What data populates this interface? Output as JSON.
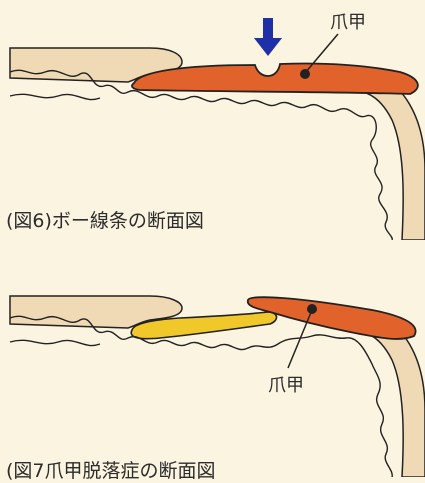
{
  "figure1": {
    "caption": "(図6)ボー線条の断面図",
    "nail_label": "爪甲"
  },
  "figure2": {
    "caption": "(図7爪甲脱落症の断面図",
    "nail_label": "爪甲"
  },
  "colors": {
    "background": "#fbf4e0",
    "skin": "#f0d9b5",
    "nail": "#e2622b",
    "separated_layer": "#f0c829",
    "arrow": "#1f2fa8",
    "outline": "#222222"
  }
}
